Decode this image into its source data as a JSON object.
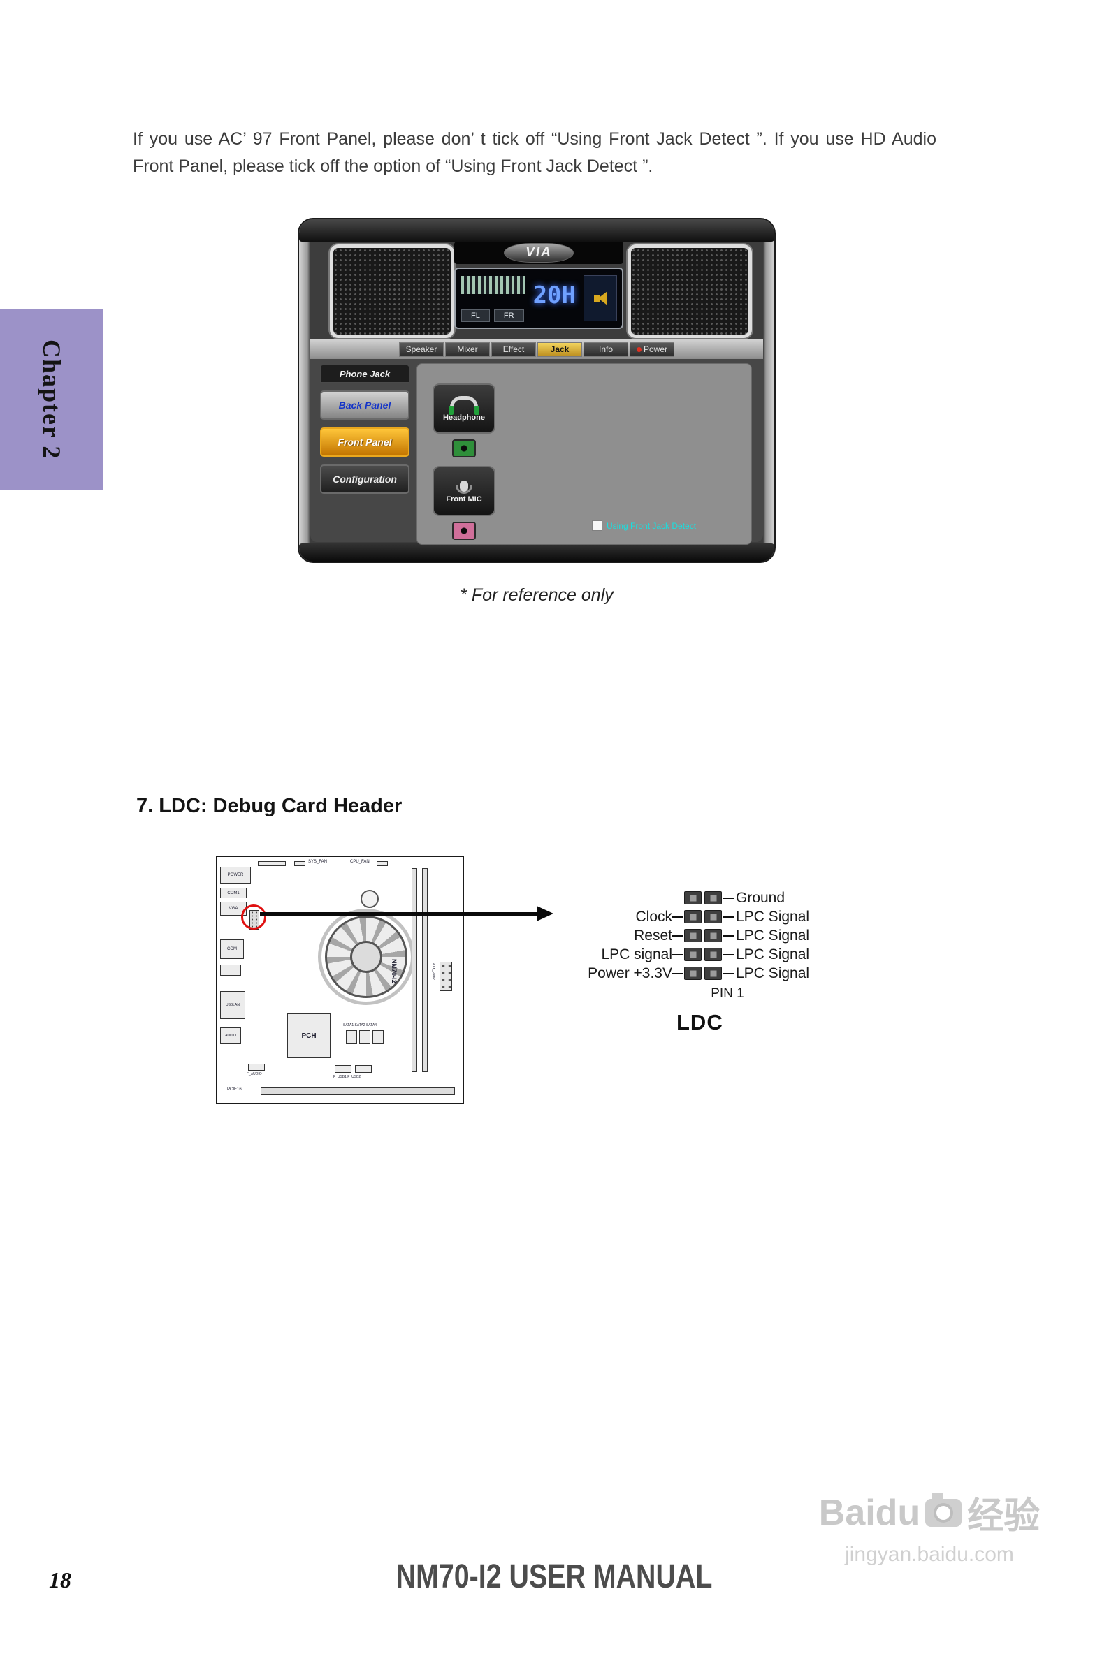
{
  "page": {
    "chapter_tab": "Chapter 2",
    "number": "18",
    "footer_title": "NM70-I2 USER MANUAL"
  },
  "watermark": {
    "brand": "Baidu",
    "suffix": "经验",
    "url": "jingyan.baidu.com"
  },
  "intro_paragraph": "If you use AC’ 97 Front Panel, please don’ t tick off “Using Front Jack Detect ”. If you use HD Audio Front Panel, please tick off the option of “Using Front Jack Detect ”.",
  "audio_app": {
    "brand": "VIA",
    "lcd": {
      "value": "20H",
      "fl": "FL",
      "fr": "FR"
    },
    "tabs": [
      {
        "label": "Speaker"
      },
      {
        "label": "Mixer"
      },
      {
        "label": "Effect"
      },
      {
        "label": "Jack"
      },
      {
        "label": "Info"
      },
      {
        "label": "Power"
      }
    ],
    "sidebar": {
      "header": "Phone Jack",
      "items": [
        "Back Panel",
        "Front Panel",
        "Configuration"
      ]
    },
    "jacks": [
      {
        "label": "Headphone"
      },
      {
        "label": "Front MIC"
      }
    ],
    "checkbox_label": "Using Front Jack Detect"
  },
  "caption": "* For reference only",
  "section": {
    "heading": "7. LDC: Debug Card Header"
  },
  "board": {
    "labels": {
      "power": "POWER",
      "com1": "COM1",
      "vga": "VGA",
      "com": "COM",
      "usblan": "USBLAN",
      "audio": "AUDIO",
      "pch": "PCH",
      "model": "NM70-I2",
      "sata": "SATA1 SATA2 SATA4",
      "atx": "ATX_PWR",
      "pcie": "PCIE16",
      "f_audio": "F_AUDIO",
      "f_usb": "F_USB1 F_USB2",
      "sys_fan": "SYS_FAN",
      "cpu_fan": "CPU_FAN"
    }
  },
  "ldc_diagram": {
    "rows": [
      {
        "left": "",
        "right": "Ground"
      },
      {
        "left": "Clock",
        "right": "LPC Signal"
      },
      {
        "left": "Reset",
        "right": "LPC Signal"
      },
      {
        "left": "LPC signal",
        "right": "LPC Signal"
      },
      {
        "left": "Power +3.3V",
        "right": "LPC Signal"
      }
    ],
    "pin_label": "PIN 1",
    "title": "LDC"
  }
}
